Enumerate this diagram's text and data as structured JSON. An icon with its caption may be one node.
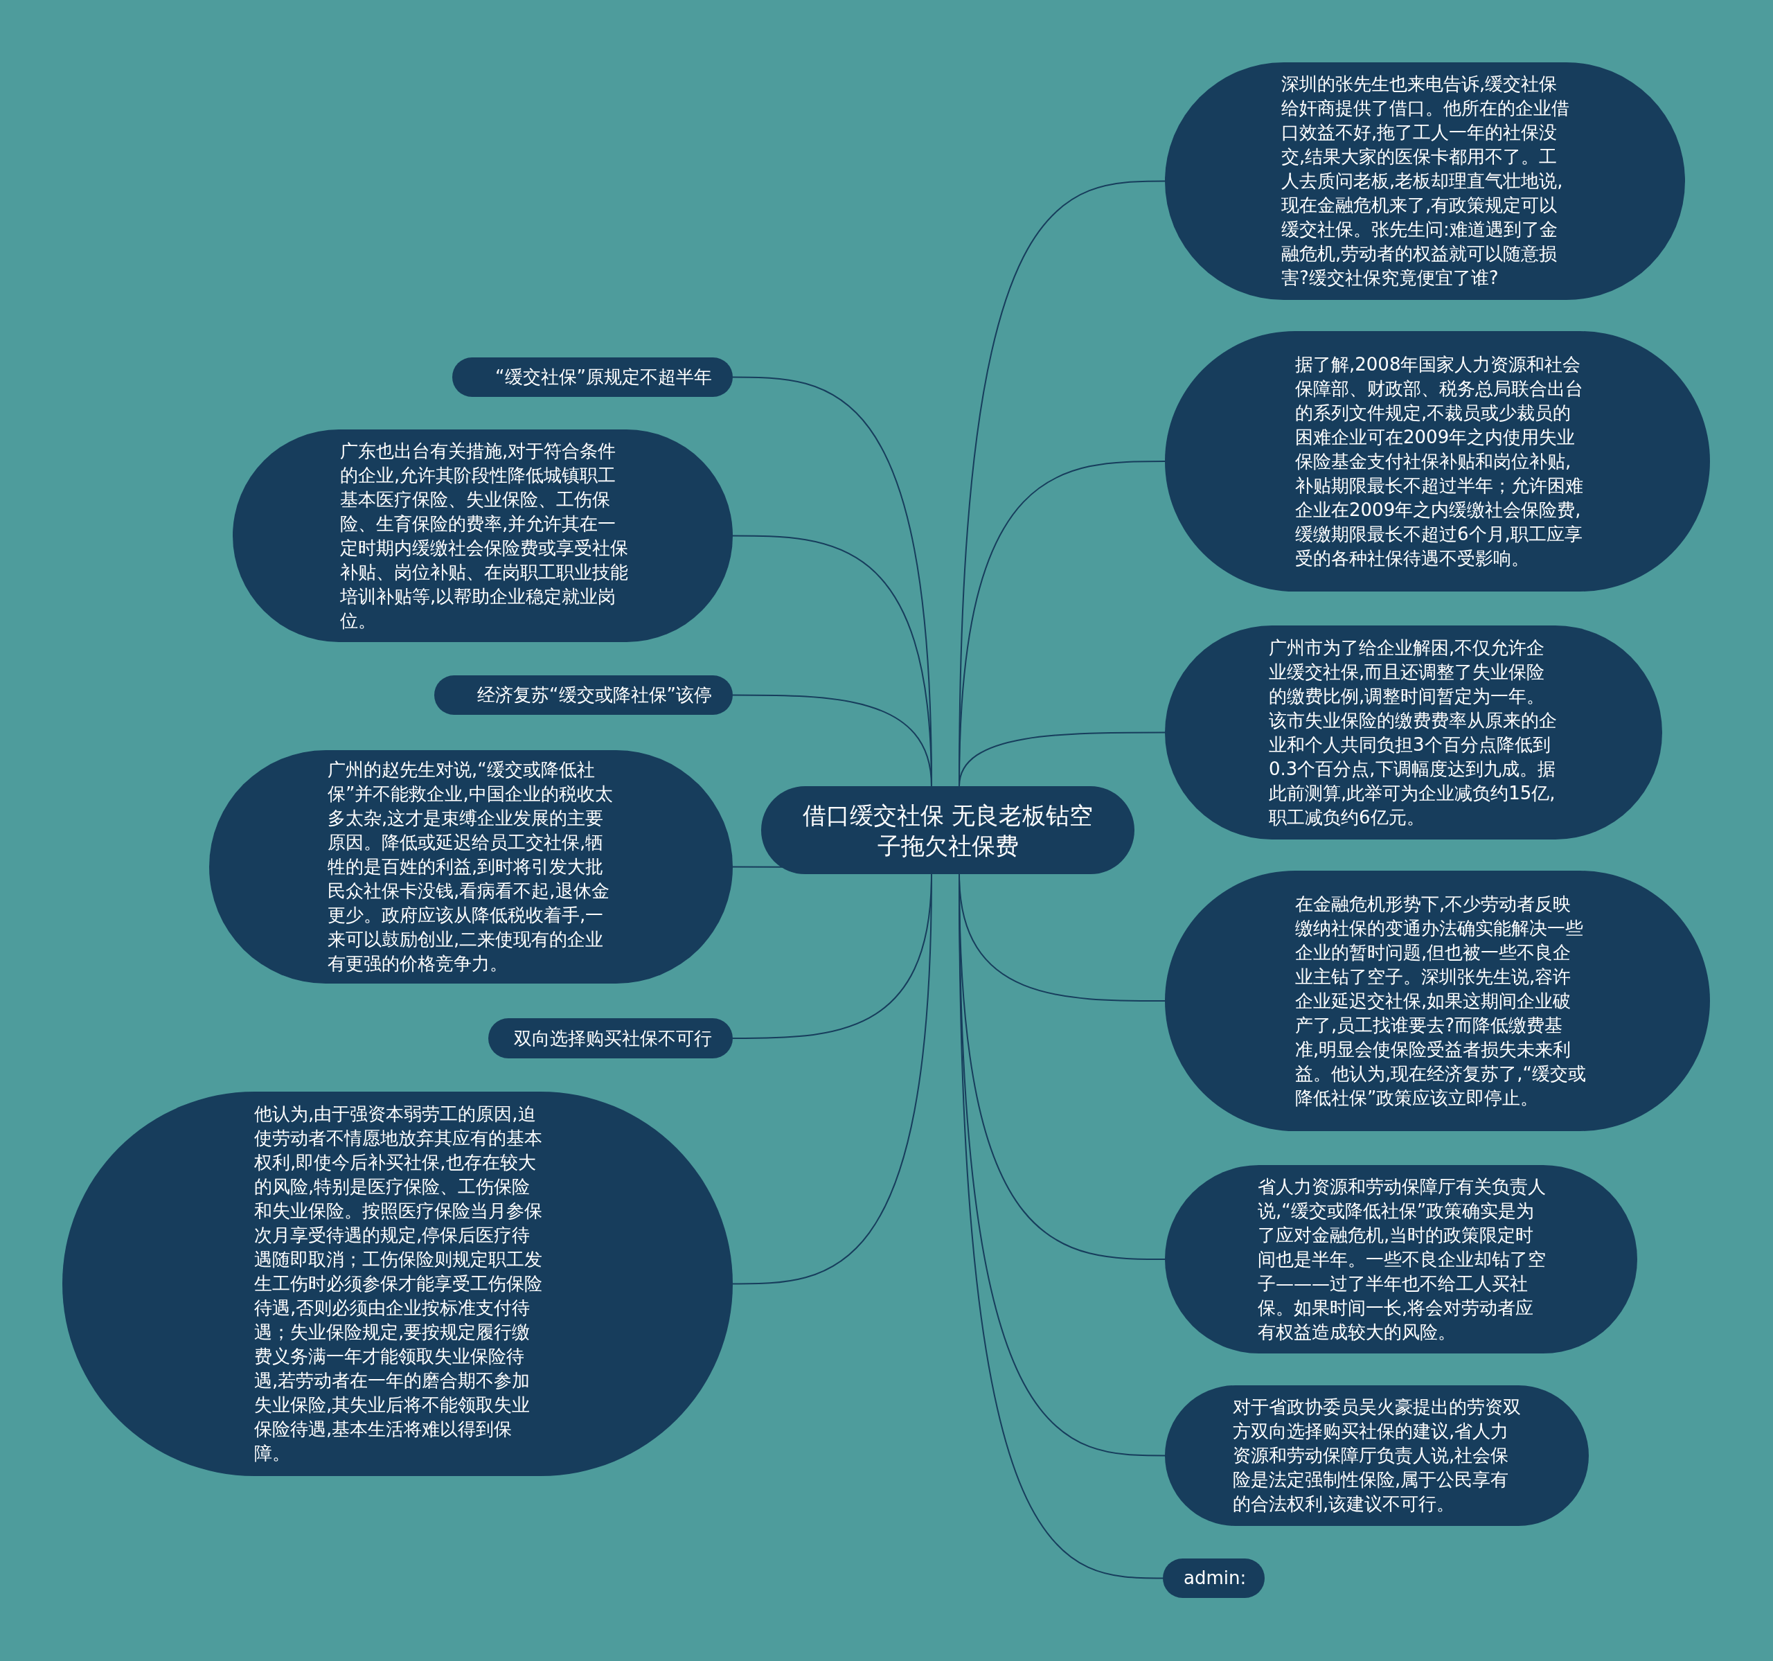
{
  "diagram": {
    "nodes": [
      {
        "text": [
          "借口缓交社保 无良老板钻空子拖欠社保费"
        ]
      },
      {
        "text": [
          "深圳的张先生也来电告诉,缓交社保给奸商提供了借口。他所在的企业借口效益不好,拖了工人一年的社保没交,结果大家的医保卡都用不了。工人去质问老板,老板却理直气壮地说,现在金融危机来了,有政策规定可以缓交社保。张先生问:难道遇到了金融危机,劳动者的权益就可以随意损害?缓交社保究竟便宜了谁?"
        ]
      },
      {
        "text": [
          "据了解,2008年国家人力资源和社会保障部、财政部、税务总局联合出台的系列文件规定,不裁员或少裁员的困难企业可在2009年之内使用失业保险基金支付社保补贴和岗位补贴,补贴期限最长不超过半年；允许困难企业在2009年之内缓缴社会保险费,缓缴期限最长不超过6个月,职工应享受的各种社保待遇不受影响。"
        ]
      },
      {
        "text": [
          "广州市为了给企业解困,不仅允许企业缓交社保,而且还调整了失业保险的缴费比例,调整时间暂定为一年。该市失业保险的缴费费率从原来的企业和个人共同负担3个百分点降低到0.3个百分点,下调幅度达到九成。据此前测算,此举可为企业减负约15亿,职工减负约6亿元。"
        ]
      },
      {
        "text": [
          "在金融危机形势下,不少劳动者反映缴纳社保的变通办法确实能解决一些企业的暂时问题,但也被一些不良企业主钻了空子。深圳张先生说,容许企业延迟交社保,如果这期间企业破产了,员工找谁要去?而降低缴费基准,明显会使保险受益者损失未来利益。他认为,现在经济复苏了,“缓交或降低社保”政策应该立即停止。"
        ]
      },
      {
        "text": [
          "省人力资源和劳动保障厅有关负责人说,“缓交或降低社保”政策确实是为了应对金融危机,当时的政策限定时间也是半年。一些不良企业却钻了空子———过了半年也不给工人买社保。如果时间一长,将会对劳动者应有权益造成较大的风险。"
        ]
      },
      {
        "text": [
          "对于省政协委员吴火豪提出的劳资双方双向选择购买社保的建议,省人力资源和劳动保障厅负责人说,社会保险是法定强制性保险,属于公民享有的合法权利,该建议不可行。"
        ]
      },
      {
        "text": [
          "admin:"
        ]
      },
      {
        "text": [
          "“缓交社保”原规定不超半年"
        ]
      },
      {
        "text": [
          "广东也出台有关措施,对于符合条件的企业,允许其阶段性降低城镇职工基本医疗保险、失业保险、工伤保险、生育保险的费率,并允许其在一定时期内缓缴社会保险费或享受社保补贴、岗位补贴、在岗职工职业技能培训补贴等,以帮助企业稳定就业岗位。"
        ]
      },
      {
        "text": [
          "经济复苏“缓交或降社保”该停"
        ]
      },
      {
        "text": [
          "广州的赵先生对说,“缓交或降低社保”并不能救企业,中国企业的税收太多太杂,这才是束缚企业发展的主要原因。降低或延迟给员工交社保,牺牲的是百姓的利益,到时将引发大批民众社保卡没钱,看病看不起,退休金更少。政府应该从降低税收着手,一来可以鼓励创业,二来使现有的企业有更强的价格竞争力。"
        ]
      },
      {
        "text": [
          "双向选择购买社保不可行"
        ]
      },
      {
        "text": [
          "他认为,由于强资本弱劳工的原因,迫使劳动者不情愿地放弃其应有的基本权利,即使今后补买社保,也存在较大的风险,特别是医疗保险、工伤保险和失业保险。按照医疗保险当月参保次月享受待遇的规定,停保后医疗待遇随即取消；工伤保险则规定职工发生工伤时必须参保才能享受工伤保险待遇,否则必须由企业按标准支付待遇；失业保险规定,要按规定履行缴费义务满一年才能领取失业保险待遇,若劳动者在一年的磨合期不参加失业保险,其失业后将不能领取失业保险待遇,基本生活将难以得到保障。"
        ]
      }
    ],
    "edges": [
      {
        "from": 0,
        "to": 1,
        "arrow": "none"
      },
      {
        "from": 0,
        "to": 2,
        "arrow": "none"
      },
      {
        "from": 0,
        "to": 3,
        "arrow": "none"
      },
      {
        "from": 0,
        "to": 4,
        "arrow": "none"
      },
      {
        "from": 0,
        "to": 5,
        "arrow": "none"
      },
      {
        "from": 0,
        "to": 6,
        "arrow": "none"
      },
      {
        "from": 0,
        "to": 7,
        "arrow": "none"
      },
      {
        "from": 0,
        "to": 8,
        "arrow": "none"
      },
      {
        "from": 0,
        "to": 9,
        "arrow": "none"
      },
      {
        "from": 0,
        "to": 10,
        "arrow": "none"
      },
      {
        "from": 0,
        "to": 11,
        "arrow": "none"
      },
      {
        "from": 0,
        "to": 12,
        "arrow": "none"
      },
      {
        "from": 0,
        "to": 13,
        "arrow": "none"
      }
    ]
  }
}
